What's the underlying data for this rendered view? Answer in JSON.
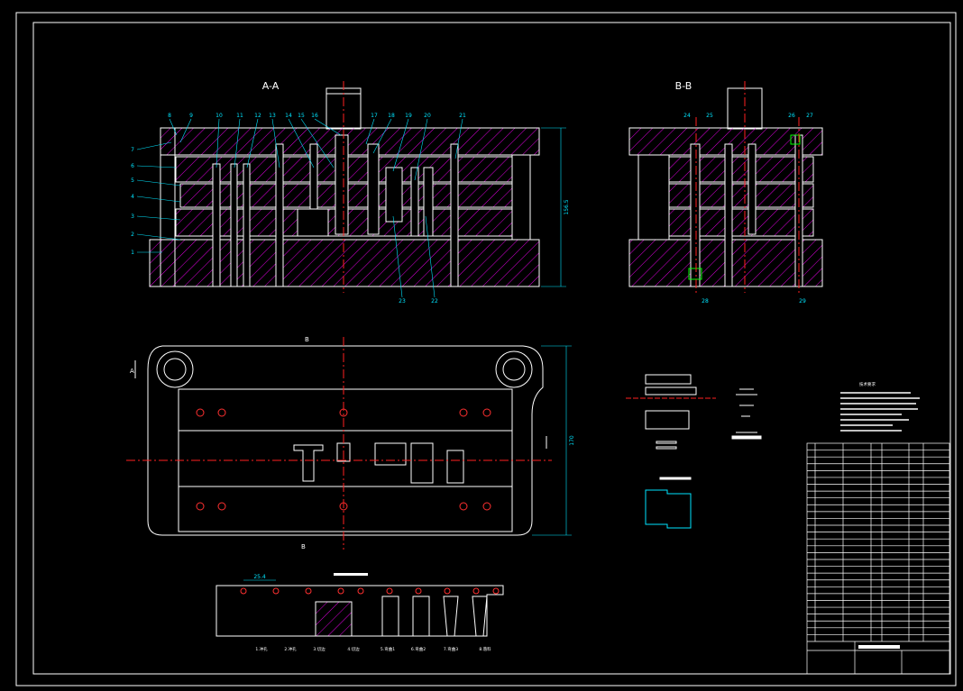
{
  "views": {
    "section_aa": "A-A",
    "section_bb": "B-B",
    "marker_a": "A",
    "marker_b": "B"
  },
  "dimensions": {
    "height": "156.5",
    "width": "170",
    "pitch": "25.4"
  },
  "part_numbers_top": [
    "8",
    "9",
    "10",
    "11",
    "12",
    "13",
    "14",
    "15",
    "16",
    "17",
    "18",
    "19",
    "20",
    "21"
  ],
  "part_numbers_left": [
    "7",
    "6",
    "5",
    "4",
    "3",
    "2",
    "1"
  ],
  "part_numbers_bottom": [
    "23",
    "22"
  ],
  "bb_part_numbers_top": [
    "24",
    "25",
    "26",
    "27"
  ],
  "bb_part_numbers_bottom": [
    "28",
    "29"
  ],
  "strip_steps": [
    "1.冲孔",
    "2.冲孔",
    "3.切边",
    "4.切边",
    "5.弯曲1",
    "6.弯曲2",
    "7.弯曲3",
    "8.落料"
  ],
  "notes_title": "技术要求",
  "colors": {
    "hatch": "#e000e0",
    "outline": "#ffffff",
    "centerline": "#ff2020",
    "dimension": "#00e5ff",
    "accent_yellow": "#ffff00",
    "accent_green": "#00ff00"
  }
}
